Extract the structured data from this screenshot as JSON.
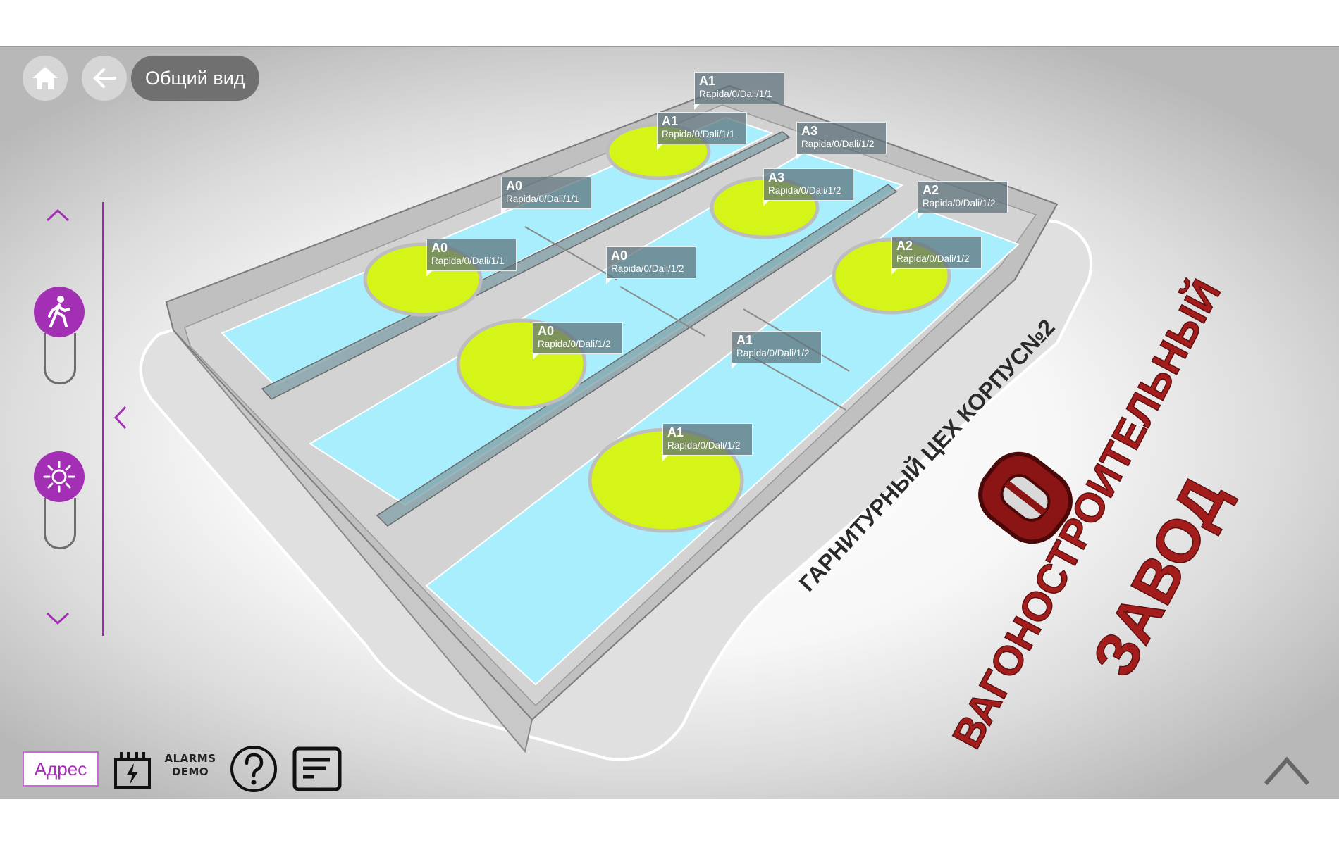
{
  "toolbar": {
    "home_icon": "home-icon",
    "back_icon": "arrow-left-icon",
    "view_title": "Общий вид"
  },
  "sidebar": {
    "up_icon": "chevron-up-icon",
    "down_icon": "chevron-down-icon",
    "collapse_icon": "chevron-left-icon",
    "modes": [
      {
        "icon": "walking-person-icon"
      },
      {
        "icon": "sun-icon"
      }
    ]
  },
  "labels": [
    {
      "name": "A1",
      "address": "Rapida/0/Dali/1/1"
    },
    {
      "name": "A1",
      "address": "Rapida/0/Dali/1/1"
    },
    {
      "name": "A3",
      "address": "Rapida/0/Dali/1/2"
    },
    {
      "name": "A0",
      "address": "Rapida/0/Dali/1/1"
    },
    {
      "name": "A3",
      "address": "Rapida/0/Dali/1/2"
    },
    {
      "name": "A2",
      "address": "Rapida/0/Dali/1/2"
    },
    {
      "name": "A0",
      "address": "Rapida/0/Dali/1/1"
    },
    {
      "name": "A0",
      "address": "Rapida/0/Dali/1/2"
    },
    {
      "name": "A2",
      "address": "Rapida/0/Dali/1/2"
    },
    {
      "name": "A0",
      "address": "Rapida/0/Dali/1/2"
    },
    {
      "name": "A1",
      "address": "Rapida/0/Dali/1/2"
    },
    {
      "name": "A1",
      "address": "Rapida/0/Dali/1/2"
    }
  ],
  "building": {
    "name": "ГАРНИТУРНЫЙ ЦЕХ КОРПУС№2"
  },
  "watermark": {
    "line1": "ВАГОНОСТРОИТЕЛЬНЫЙ",
    "line2": "ЗАВОД"
  },
  "bottom_bar": {
    "address_label": "Адрес",
    "alarms_line1": "ALARMS",
    "alarms_line2": "DEMO",
    "energy_icon": "battery-lightning-icon",
    "help_icon": "question-icon",
    "log_icon": "document-lines-icon",
    "expand_icon": "chevron-up-icon"
  },
  "colors": {
    "accent": "#a22fb4",
    "room": "#a9eefc",
    "lamp": "#d4f517",
    "wall": "#8a8a8a"
  }
}
